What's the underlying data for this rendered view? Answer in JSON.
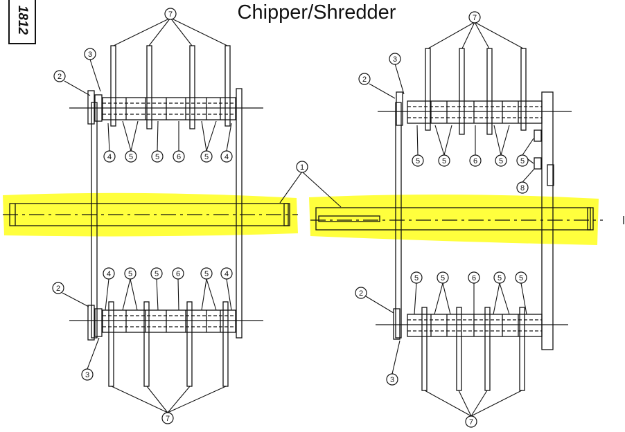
{
  "title": "Chipper/Shredder",
  "side_tag": "1812",
  "highlight_color": "#ffff33",
  "line_color": "#111111",
  "callout_labels": {
    "item_1": "1",
    "item_2": "2",
    "item_3": "3",
    "item_4": "4",
    "item_5": "5",
    "item_6": "6",
    "item_7": "7",
    "item_8": "8"
  }
}
